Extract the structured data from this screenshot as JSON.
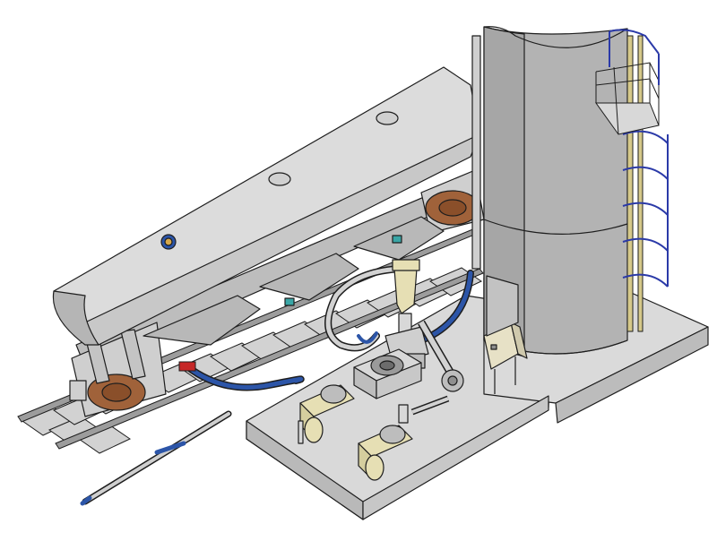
{
  "scene": {
    "components": [
      "hopper-railcar",
      "rail-track",
      "storage-silo",
      "silo-ladder",
      "silo-platform",
      "concrete-pad",
      "blower-package",
      "rotary-airlock",
      "cyclone-separator",
      "control-panel",
      "conveying-hoses",
      "conveying-pipe"
    ],
    "colors": {
      "steel": "#c8c8c8",
      "steel_dark": "#8f8f8f",
      "steel_light": "#e2e2e2",
      "concrete": "#d9d9d9",
      "concrete_side": "#b9b9b9",
      "outline": "#1e1e1e",
      "wheel_brown": "#a0623a",
      "hose_blue": "#2c55a8",
      "equipment_cream": "#e6dfb4",
      "panel_beige": "#e7e1c6",
      "cap_red": "#c62828",
      "teal_hopper": "#3aa6a6",
      "dome_gold": "#d6a84a",
      "ladder_blue": "#2b3aa8"
    }
  }
}
